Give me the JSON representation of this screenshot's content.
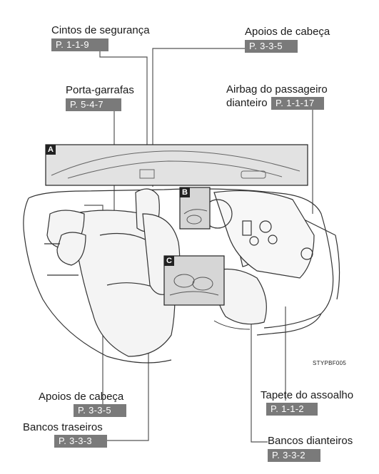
{
  "callouts": {
    "seatbelts": {
      "label": "Cintos de segurança",
      "ref": "P. 1-1-9"
    },
    "headrests_top": {
      "label": "Apoios de cabeça",
      "ref": "P. 3-3-5"
    },
    "bottle_holder": {
      "label": "Porta-garrafas",
      "ref": "P. 5-4-7"
    },
    "airbag": {
      "label_line1": "Airbag do passageiro",
      "label_line2": "dianteiro",
      "ref": "P. 1-1-17"
    },
    "headrests_bottom": {
      "label": "Apoios de cabeça",
      "ref": "P. 3-3-5"
    },
    "rear_seats": {
      "label": "Bancos traseiros",
      "ref": "P. 3-3-3"
    },
    "floor_mat": {
      "label": "Tapete do assoalho",
      "ref": "P. 1-1-2"
    },
    "front_seats": {
      "label": "Bancos dianteiros",
      "ref": "P. 3-3-2"
    }
  },
  "insets": {
    "a": "A",
    "b": "B",
    "c": "C"
  },
  "figure_code": "STYPBF005",
  "colors": {
    "ref_bg": "#7a7a7a",
    "inset_bg": "#e2e2e2",
    "line": "#1a1a1a"
  }
}
